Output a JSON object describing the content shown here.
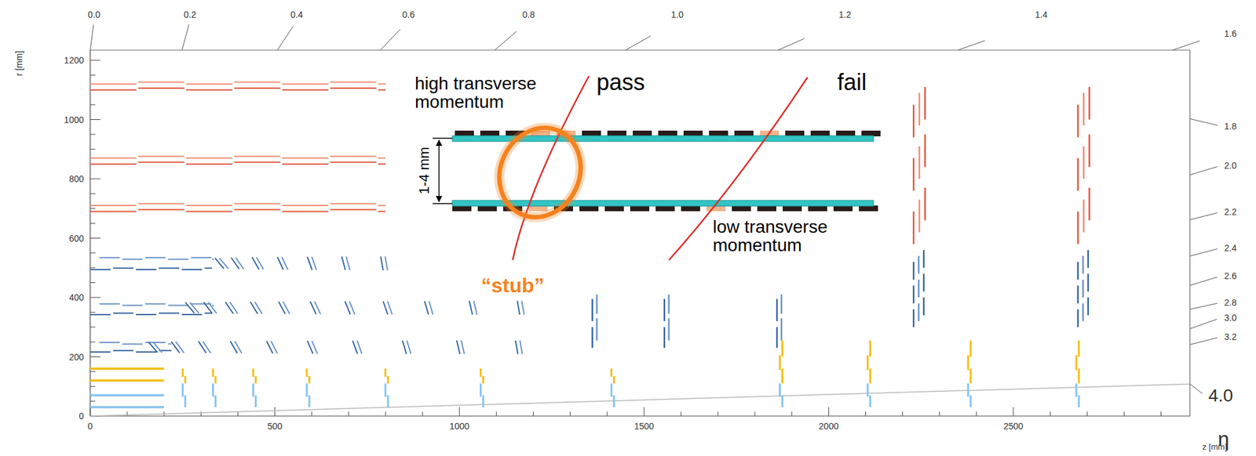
{
  "diagram": {
    "labels": [
      "0.0",
      "0.2",
      "0.4",
      "0.6",
      "0.8",
      "1.0",
      "1.2",
      "1.4",
      "1.6",
      "1.8",
      "2.0",
      "2.2",
      "2.4",
      "2.6",
      "2.8",
      "3.0",
      "3.2",
      "4.0",
      "η",
      "r [mm]",
      "1200",
      "1000",
      "800",
      "600",
      "400",
      "200",
      "0",
      "0",
      "500",
      "1000",
      "1500",
      "2000",
      "2500",
      "z [mm]",
      "high transverse momentum",
      "pass",
      "fail",
      "1-4 mm",
      "low transverse momentum",
      "“stub”"
    ]
  }
}
